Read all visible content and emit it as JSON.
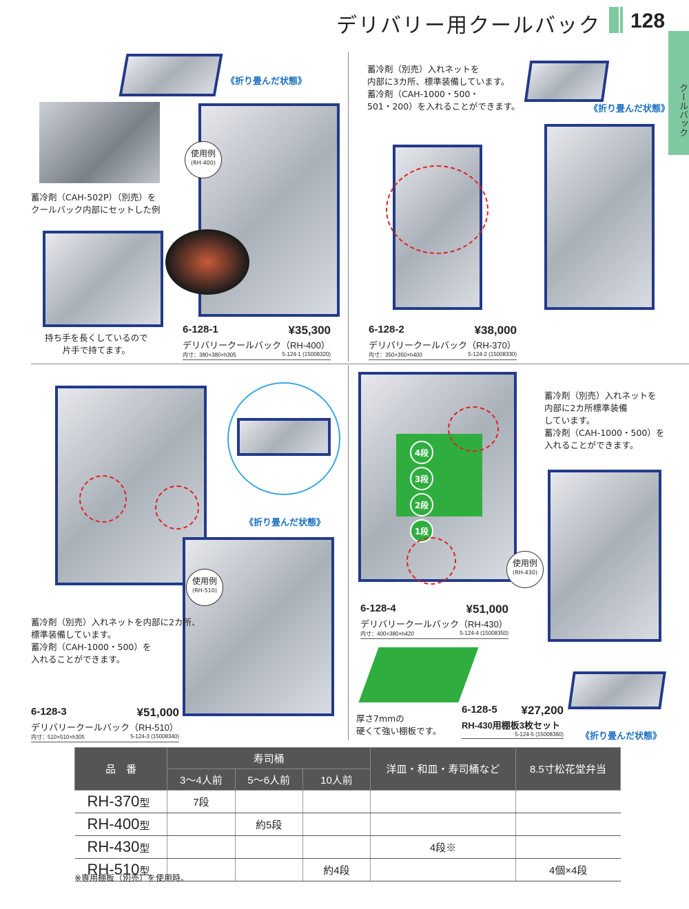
{
  "header": {
    "title": "デリバリー用クールバック",
    "page": "128",
    "side_tab": "クールバック"
  },
  "colors": {
    "accent_green": "#7fc9a0",
    "navy": "#233a8a",
    "fold_blue": "#1a6fc2"
  },
  "labels": {
    "folded": "《折り畳んだ状態》",
    "usage": "使用例"
  },
  "notes": {
    "n1": [
      "蓄冷剤（CAH-502P）（別売）を",
      "クールバック内部にセットした例"
    ],
    "n2": [
      "持ち手を長くしているので",
      "片手で持てます。"
    ],
    "n3": [
      "蓄冷剤（別売）入れネットを",
      "内部に3カ所、標準装備しています。",
      "蓄冷剤（CAH-1000・500・",
      "501・200）を入れることができます。"
    ],
    "n4": [
      "蓄冷剤（別売）入れネットを",
      "内部に2カ所標準装備",
      "しています。",
      "蓄冷剤（CAH-1000・500）を",
      "入れることができます。"
    ],
    "n5": [
      "蓄冷剤（別売）入れネットを内部に2カ所、",
      "標準装備しています。",
      "蓄冷剤（CAH-1000・500）を",
      "入れることができます。"
    ],
    "n6": [
      "厚さ7mmの",
      "硬くて強い棚板です。"
    ]
  },
  "steps": [
    "4段",
    "3段",
    "2段",
    "1段"
  ],
  "badges": [
    "(RH-400)",
    "(RH-510)",
    "(RH-430)"
  ],
  "products": [
    {
      "code": "6-128-1",
      "price": "¥35,300",
      "name": "デリバリークールバック（RH-400）",
      "size": "内寸：380×380×h305",
      "ref": "5-124-1 (15008320)"
    },
    {
      "code": "6-128-2",
      "price": "¥38,000",
      "name": "デリバリークールバック（RH-370）",
      "size": "内寸：350×350×h400",
      "ref": "5-124-2 (15008330)"
    },
    {
      "code": "6-128-3",
      "price": "¥51,000",
      "name": "デリバリークールバック（RH-510）",
      "size": "内寸：510×510×h305",
      "ref": "5-124-3 (15008340)"
    },
    {
      "code": "6-128-4",
      "price": "¥51,000",
      "name": "デリバリークールバック（RH-430）",
      "size": "内寸：400×380×h420",
      "ref": "5-124-4 (15008350)"
    },
    {
      "code": "6-128-5",
      "price": "¥27,200",
      "name": "RH-430用棚板3枚セット",
      "size": "",
      "ref": "5-124-5 (15008360)"
    }
  ],
  "table": {
    "h_model": "品　番",
    "h_sushi": "寿司桶",
    "h_s1": "3〜4人前",
    "h_s2": "5〜6人前",
    "h_s3": "10人前",
    "h_plates": "洋皿・和皿・寿司桶など",
    "h_bento": "8.5寸松花堂弁当",
    "rows": [
      {
        "model": "RH-370",
        "suffix": "型",
        "c": [
          "7段",
          "",
          "",
          "",
          ""
        ]
      },
      {
        "model": "RH-400",
        "suffix": "型",
        "c": [
          "",
          "約5段",
          "",
          "",
          ""
        ]
      },
      {
        "model": "RH-430",
        "suffix": "型",
        "c": [
          "",
          "",
          "",
          "4段※",
          ""
        ]
      },
      {
        "model": "RH-510",
        "suffix": "型",
        "c": [
          "",
          "",
          "約4段",
          "",
          "4個×4段"
        ]
      }
    ],
    "footnote": "※専用棚板（別売）を使用時。"
  }
}
